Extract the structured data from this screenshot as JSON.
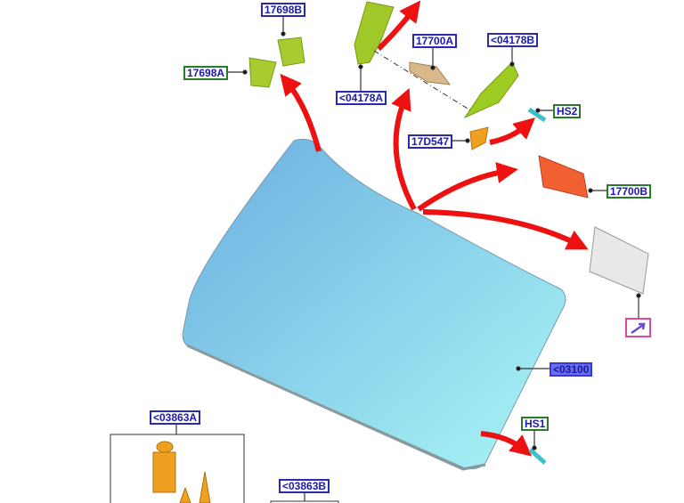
{
  "diagram": {
    "title": "Windshield glass and related components",
    "labels": {
      "l17698B": "17698B",
      "l17698A": "17698A",
      "l17700A": "17700A",
      "l04178B": "<04178B",
      "l04178A": "<04178A",
      "l17D547": "17D547",
      "lHS2": "HS2",
      "l17700B": "17700B",
      "l03100": "<03100",
      "lHS1": "HS1",
      "l03863A": "<03863A",
      "l03863B": "<03863B"
    },
    "colors": {
      "arrow": "#ee1111",
      "glass_top": "#6aaee0",
      "glass_bottom": "#aaf6f6",
      "green_part": "#9ccc22",
      "orange_part": "#f0a020",
      "label_blue": "#1a1ab0",
      "label_green_border": "#2a7a2a",
      "link_box": "#e04a9a"
    }
  }
}
